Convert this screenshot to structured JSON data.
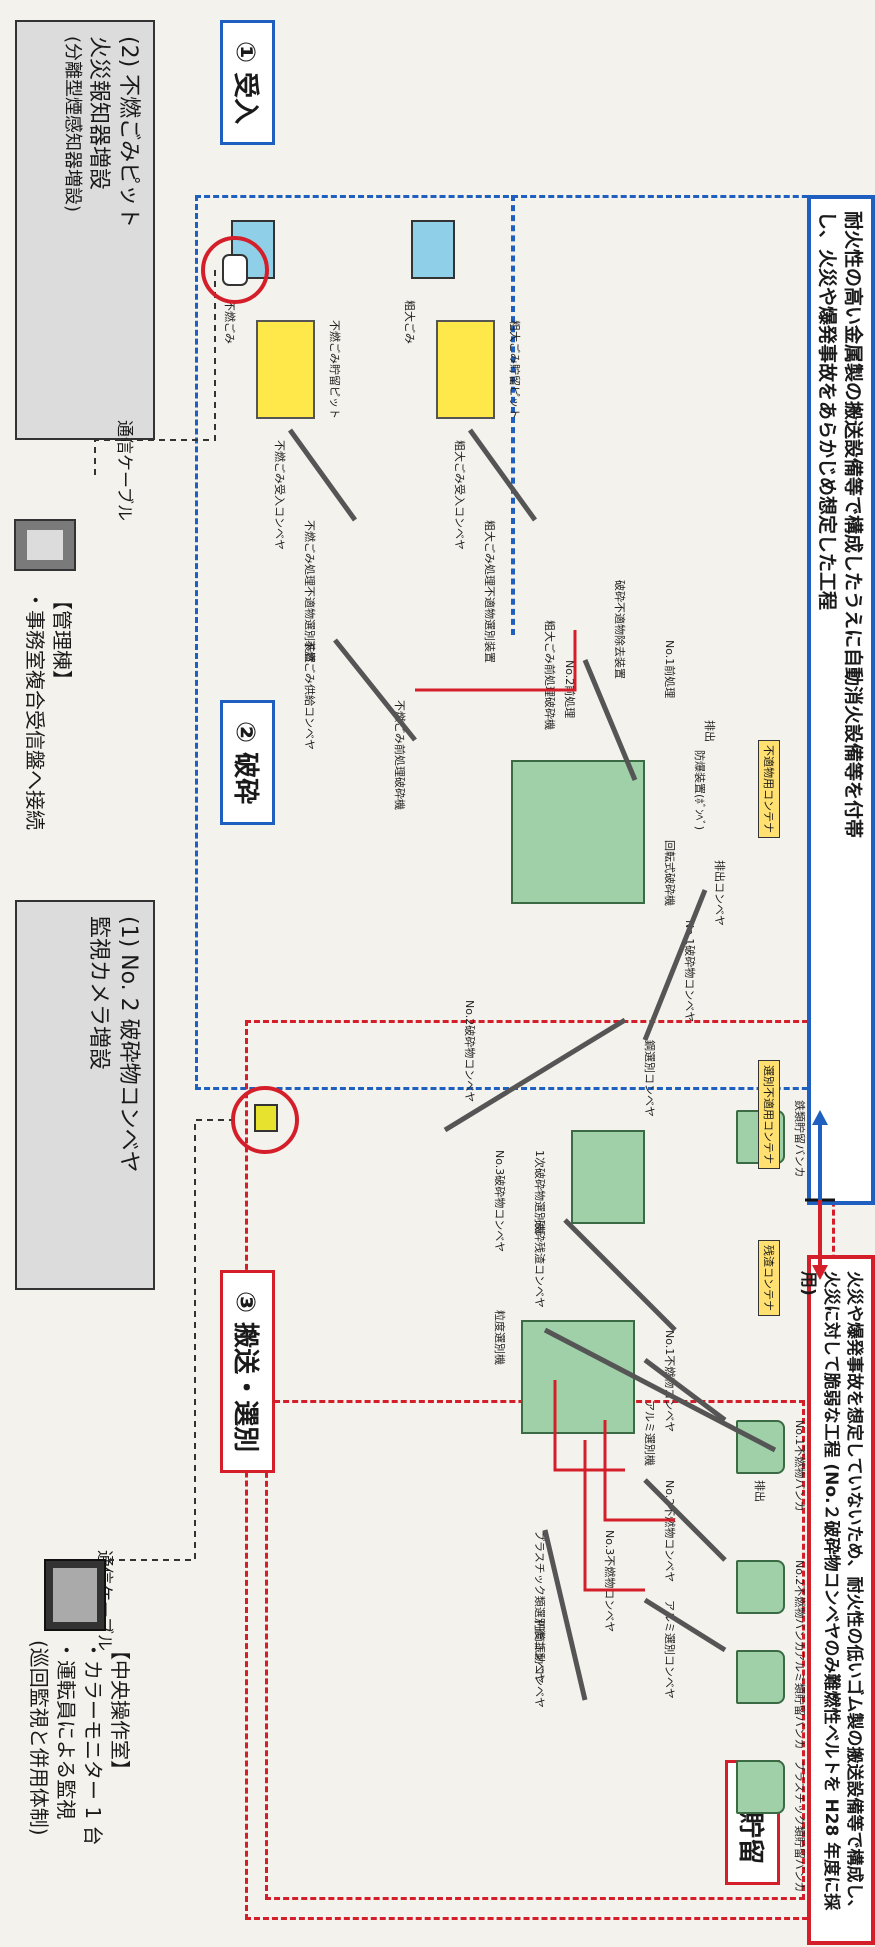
{
  "stages": {
    "s1": "① 受入",
    "s2": "② 破砕",
    "s3": "③ 搬送・選別",
    "s4": "④ 貯留"
  },
  "callouts": {
    "pit_title": "(2) 不燃ごみピット",
    "pit_line2": "火災報知器増設",
    "pit_line3": "(分離型煙感知器増設)",
    "cam_title": "(1) No. 2 破砕物コンベヤ",
    "cam_line2": "監視カメラ増設"
  },
  "notes": {
    "mgmt_title": "【管理棟】",
    "mgmt_line": "・事務室複合受信盤へ接続",
    "cable1": "通信ケーブル",
    "cable2": "通信ケーブル",
    "ctrl_title": "【中央操作室】",
    "ctrl_line1": "・カラーモニター 1 台",
    "ctrl_line2": "・運転員による監視",
    "ctrl_line3": "(巡回監視と併用体制)"
  },
  "bottom": {
    "blue_line1": "耐火性の高い金属製の搬送設備等で構成したうえに自動消火設備等を付帯",
    "blue_line2": "し、火災や爆発事故をあらかじめ想定した工程",
    "red_line1": "火災や爆発事故を想定していないため、耐火性の低いゴム製の搬送設備等で構成し、",
    "red_line2": "火災に対して脆弱な工程 (No.２破砕物コンベヤのみ難燃性ベルトを H28 年度に採用)"
  },
  "labels": {
    "funen_gomi": "不燃ごみ",
    "sodai_gomi": "粗大ごみ",
    "funen_pit": "不燃ごみ貯留ピット",
    "sodai_pit": "粗大ごみ貯留ピット",
    "funen_conv": "不燃ごみ受入コンベヤ",
    "sodai_conv": "粗大ごみ受入コンベヤ",
    "funen_sort": "不燃ごみ処理不適物選別装置",
    "sodai_sort": "粗大ごみ処理不適物選別装置",
    "funen_supply": "不燃ごみ供給コンベヤ",
    "funen_pre": "不燃ごみ前処理破砕機",
    "sodai_pre": "粗大ごみ前処理破砕機",
    "no1_pre": "No.1前処理",
    "no2_pre": "No.2前処理",
    "explosive": "破砕不適物除去装置",
    "out1": "排出",
    "unfit_container": "不適物用コンテナ",
    "rotary": "回転式破砕機",
    "discharge_conv": "排出コンベヤ",
    "dust": "防爆装置(ﾎﾞﾝﾍﾞ)",
    "no1_crush_conv": "No.1破砕物コンベヤ",
    "no2_crush_conv": "No.2破砕物コンベヤ",
    "no3_crush_conv": "No.3破砕物コンベヤ",
    "crush_sorter": "1次破砕物選別機",
    "mag_conv": "鋼選別コンベヤ",
    "iron_bin": "鉄類貯留バンカ",
    "sort_container": "選別不適用コンテナ",
    "residue_conv": "破砕残渣コンベヤ",
    "residue_container": "残渣コンテナ",
    "grain_sorter": "粒度選別機",
    "alu_sorter": "アルミ選別機",
    "no1_unb_conv": "No.1不燃物コンベヤ",
    "no2_unb_conv": "No.2不燃物コンベヤ",
    "no3_unb_conv": "No.3不燃物コンベヤ",
    "alu_conv": "アルミ選別コンベヤ",
    "plastic_conv": "プラスチック類選別後コンベヤ",
    "inner_conv": "円筒振動コンベヤ",
    "out2": "排出",
    "no1_unb_bin": "No.1不燃物バンカ",
    "no2_unb_bin": "No.2不燃物バンカ",
    "alu_bin": "アルミ類貯留バンカ",
    "plastic_bin": "プラスチック類貯留バンカ"
  },
  "colors": {
    "blue_zone": "#1f5fbf",
    "red_zone": "#d41f2a",
    "machine": "#9fd0a8",
    "pit": "#ffe84a",
    "truck": "#8fd0e8"
  },
  "icons": [
    "fire-detector-icon",
    "camera-icon",
    "monitor-icon",
    "building-icon"
  ]
}
